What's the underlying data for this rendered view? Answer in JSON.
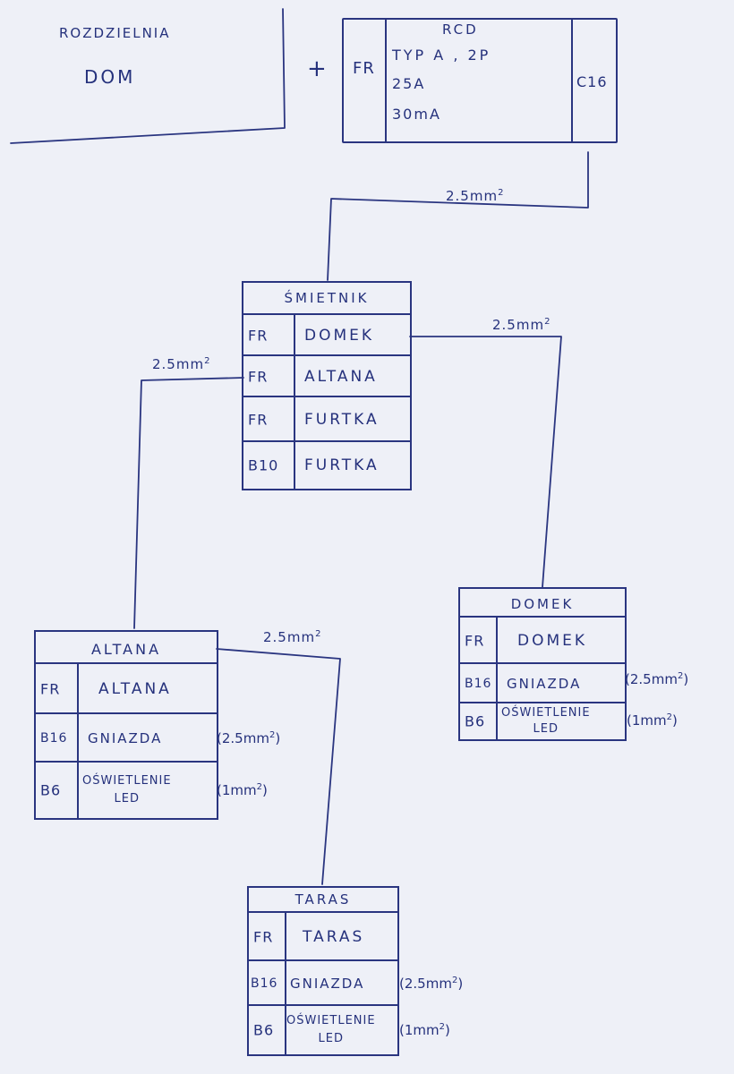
{
  "main_board": {
    "title": "ROZDZIELNIA",
    "name": "DOM"
  },
  "plus": "+",
  "rcd": {
    "fr": "FR",
    "title": "RCD",
    "line1": "TYP  A  , 2P",
    "line2": "25A",
    "line3": "30mA",
    "breaker": "C16"
  },
  "wires": {
    "rcd_to_smietnik": "2.5mm",
    "smietnik_to_altana": "2.5mm",
    "smietnik_to_domek": "2.5mm",
    "altana_to_taras": "2.5mm",
    "sq": "2"
  },
  "smietnik": {
    "title": "ŚMIETNIK",
    "rows": [
      {
        "c1": "FR",
        "c2": "DOMEK"
      },
      {
        "c1": "FR",
        "c2": "ALTANA"
      },
      {
        "c1": "FR",
        "c2": "FURTKA"
      },
      {
        "c1": "B10",
        "c2": "FURTKA"
      }
    ]
  },
  "altana": {
    "title": "ALTANA",
    "rows": [
      {
        "c1": "FR",
        "c2": "ALTANA",
        "note": ""
      },
      {
        "c1": "B16",
        "c2": "GNIAZDA",
        "note": "(2.5mm"
      },
      {
        "c1": "B6",
        "c2": "OŚWIETLENIE\nLED",
        "note": "(1mm"
      }
    ]
  },
  "domek": {
    "title": "DOMEK",
    "rows": [
      {
        "c1": "FR",
        "c2": "DOMEK",
        "note": ""
      },
      {
        "c1": "B16",
        "c2": "GNIAZDA",
        "note": "(2.5mm"
      },
      {
        "c1": "B6",
        "c2": "OŚWIETLENIE\nLED",
        "note": "(1mm"
      }
    ]
  },
  "taras": {
    "title": "TARAS",
    "rows": [
      {
        "c1": "FR",
        "c2": "TARAS",
        "note": ""
      },
      {
        "c1": "B16",
        "c2": "GNIAZDA",
        "note": "(2.5mm"
      },
      {
        "c1": "B6",
        "c2": "OŚWIETLENIE\nLED",
        "note": "(1mm"
      }
    ]
  },
  "note_close": ")"
}
